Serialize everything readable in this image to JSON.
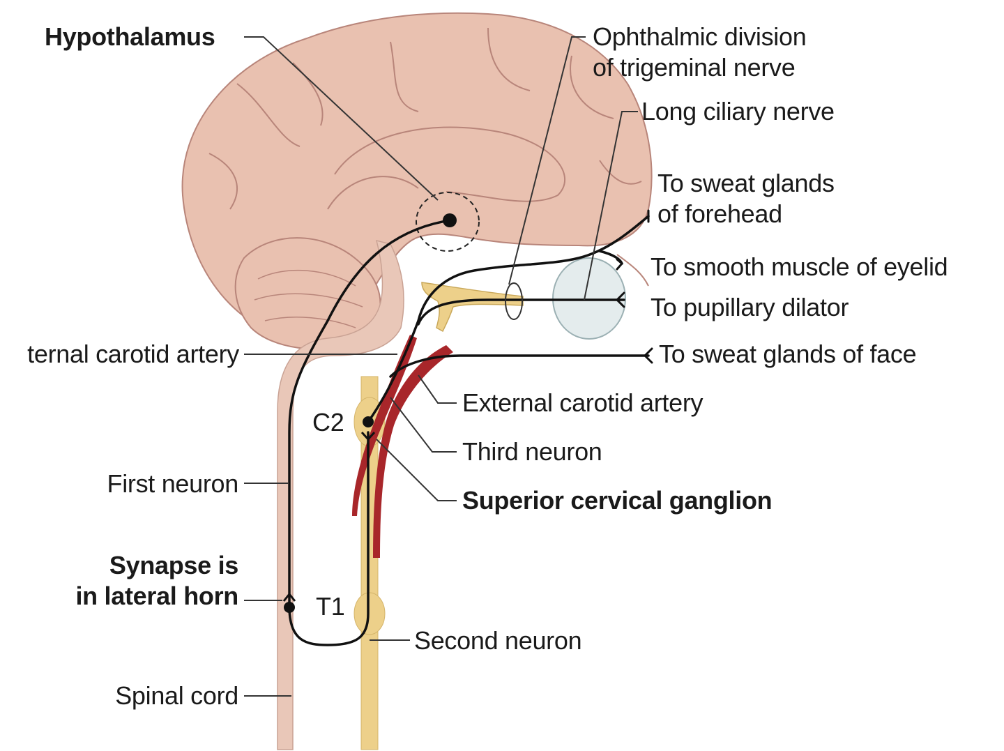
{
  "colors": {
    "brain_fill": "#e9c1b0",
    "brain_stroke": "#b8857a",
    "spinal_cord": "#e9c7b8",
    "sympathetic_trunk": "#edd08a",
    "artery": "#a8262a",
    "nerve": "#111111",
    "eye": "#e4eced"
  },
  "labels": {
    "hypothalamus": "Hypothalamus",
    "ophthalmic_line1": "Ophthalmic division",
    "ophthalmic_line2": "of trigeminal nerve",
    "long_ciliary": "Long ciliary nerve",
    "sweat_forehead_line1": "To sweat glands",
    "sweat_forehead_line2": "of forehead",
    "smooth_muscle_eyelid": "To smooth muscle of eyelid",
    "pupillary_dilator": "To pupillary dilator",
    "internal_carotid": "ternal carotid artery",
    "sweat_face": "To sweat glands of face",
    "external_carotid": "External carotid artery",
    "c2": "C2",
    "third_neuron": "Third neuron",
    "superior_cervical_ganglion": "Superior cervical ganglion",
    "first_neuron": "First neuron",
    "synapse_line1": "Synapse is",
    "synapse_line2": "in lateral horn",
    "t1": "T1",
    "second_neuron": "Second neuron",
    "spinal_cord": "Spinal cord"
  }
}
